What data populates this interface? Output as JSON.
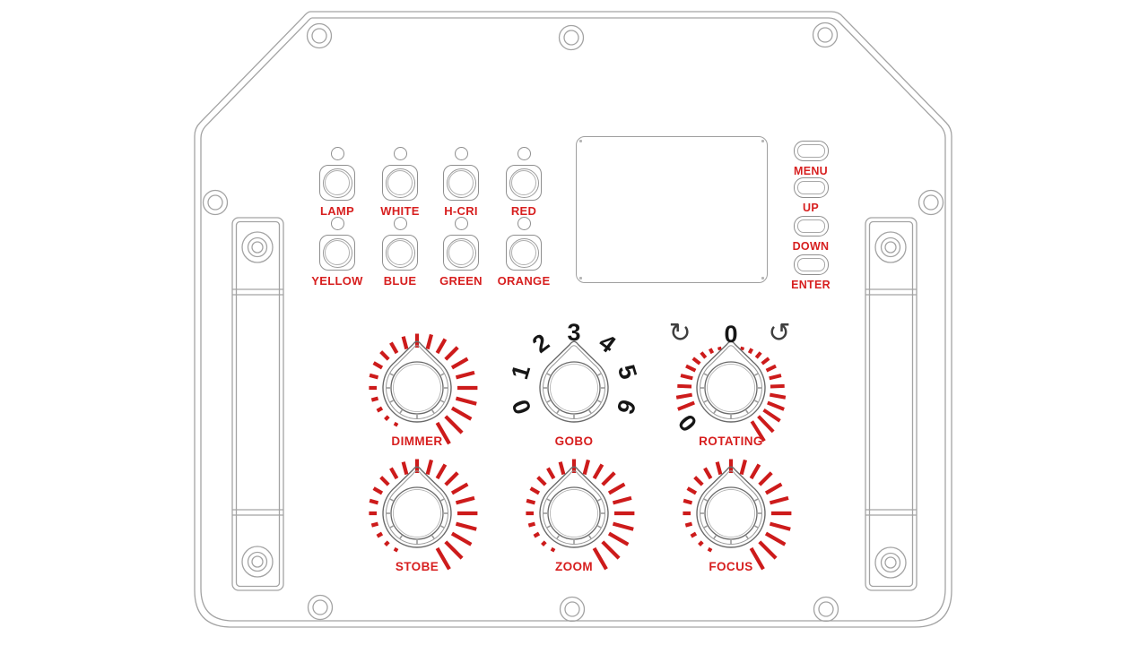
{
  "colors": {
    "red_label": "#d71f1f",
    "red_tick": "#cd1b1b",
    "panel_line": "#a3a3a3",
    "control_line": "#8f8f8f",
    "knob_line": "#6a6a6a",
    "number_black": "#161616",
    "arrow_gray": "#3f3f3f"
  },
  "led_buttons": {
    "rows": [
      [
        {
          "id": "lamp",
          "label": "LAMP"
        },
        {
          "id": "white",
          "label": "WHITE"
        },
        {
          "id": "h-cri",
          "label": "H-CRI"
        },
        {
          "id": "red",
          "label": "RED"
        }
      ],
      [
        {
          "id": "yellow",
          "label": "YELLOW"
        },
        {
          "id": "blue",
          "label": "BLUE"
        },
        {
          "id": "green",
          "label": "GREEN"
        },
        {
          "id": "orange",
          "label": "ORANGE"
        }
      ]
    ]
  },
  "menu_buttons": [
    {
      "id": "menu",
      "label": "MENU"
    },
    {
      "id": "up",
      "label": "UP"
    },
    {
      "id": "down",
      "label": "DOWN"
    },
    {
      "id": "enter",
      "label": "ENTER"
    }
  ],
  "display": {
    "screen_content": ""
  },
  "knobs": [
    {
      "id": "dimmer",
      "label": "DIMMER",
      "scale": "fan"
    },
    {
      "id": "gobo",
      "label": "GOBO",
      "scale": "numbered",
      "numbers": [
        "0",
        "1",
        "2",
        "3",
        "4",
        "5",
        "6"
      ]
    },
    {
      "id": "rotating",
      "label": "ROTATING",
      "scale": "symmetric",
      "top_number": "0",
      "bottom_number": "0",
      "cw_icon": "↻",
      "ccw_icon": "↺"
    },
    {
      "id": "stobe",
      "label": "STOBE",
      "scale": "fan"
    },
    {
      "id": "zoom",
      "label": "ZOOM",
      "scale": "fan"
    },
    {
      "id": "focus",
      "label": "FOCUS",
      "scale": "fan"
    }
  ]
}
